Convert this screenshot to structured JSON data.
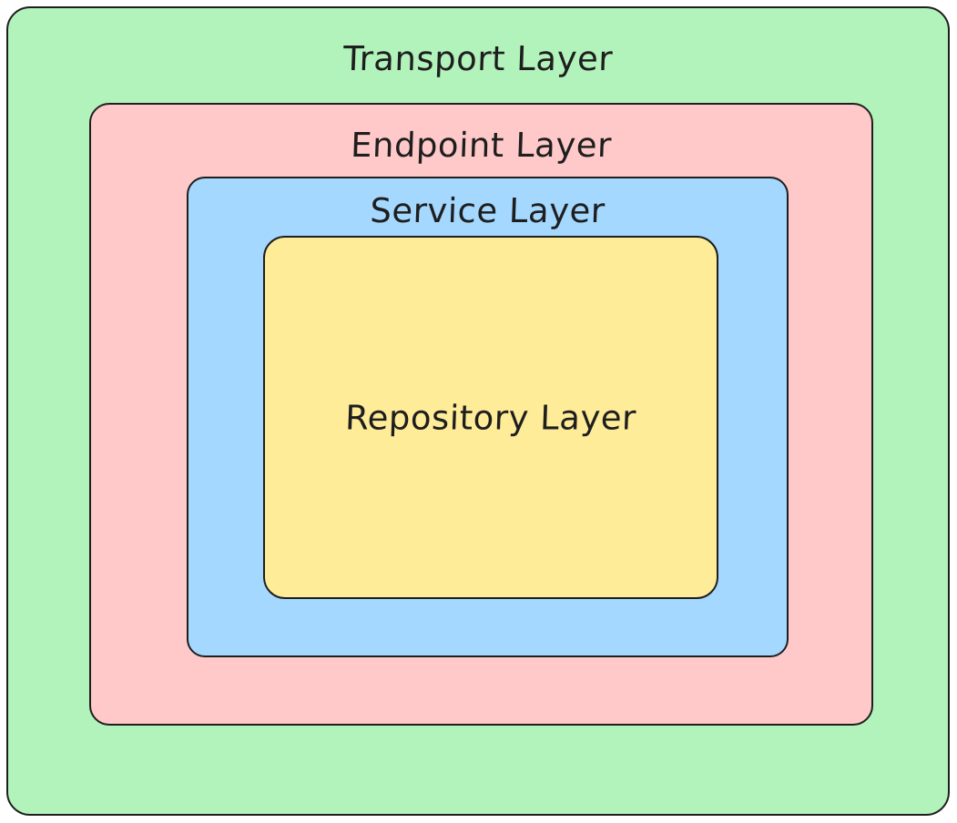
{
  "diagram": {
    "kind": "nested-layered-architecture",
    "style": "hand-drawn",
    "background_color": "#ffffff",
    "stroke_color": "#1e1e1e",
    "layers": [
      {
        "id": "transport",
        "label": "Transport Layer",
        "fill_color": "#b2f2bb",
        "depth": 0
      },
      {
        "id": "endpoint",
        "label": "Endpoint Layer",
        "fill_color": "#ffc9c9",
        "depth": 1
      },
      {
        "id": "service",
        "label": "Service Layer",
        "fill_color": "#a5d8ff",
        "depth": 2
      },
      {
        "id": "repository",
        "label": "Repository Layer",
        "fill_color": "#ffec99",
        "depth": 3
      }
    ]
  }
}
